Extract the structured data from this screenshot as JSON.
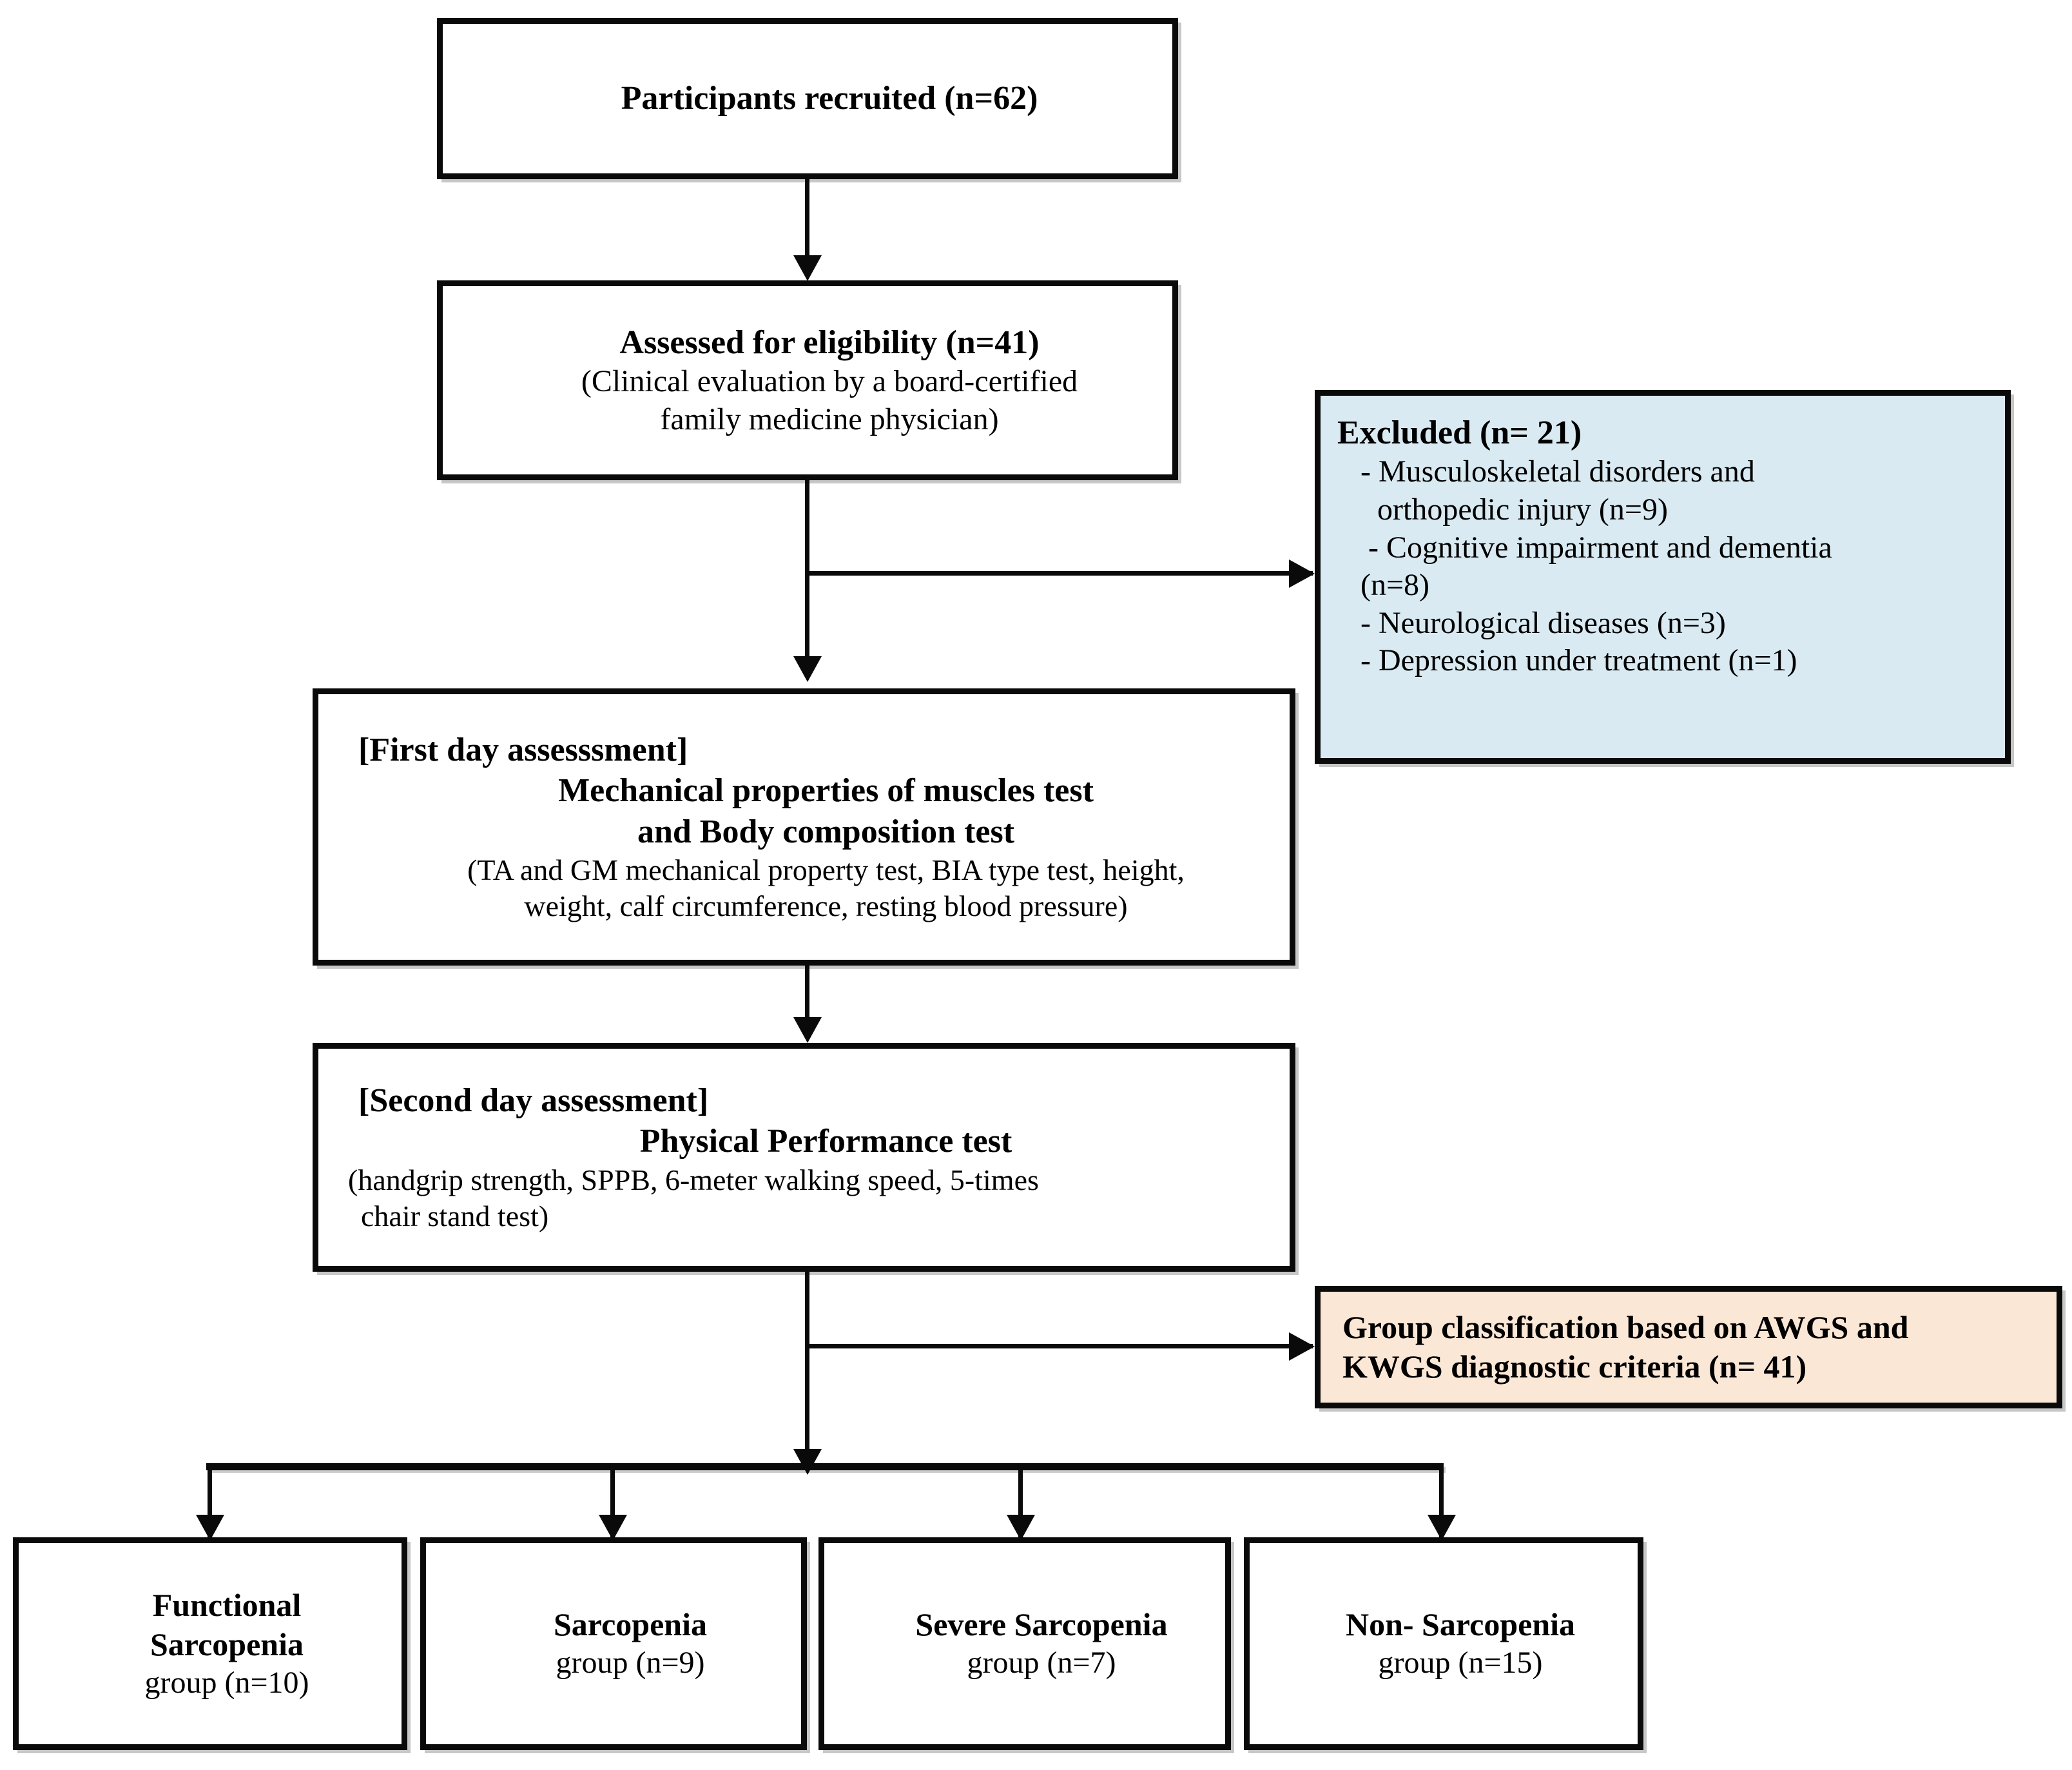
{
  "figure": {
    "type": "flowchart",
    "title": "Participant recruitment, assessment and group classification flow"
  },
  "colors": {
    "excluded_box_fill": "#d9eaf2",
    "classification_box_fill": "#fbe7d6",
    "border": "#0a0a0a",
    "text": "#000000",
    "background": "#ffffff"
  },
  "nodes": {
    "recruited": {
      "heading": "Participants recruited (n=62)"
    },
    "eligibility": {
      "heading": "Assessed for eligibility (n=41)",
      "detail_line1": "(Clinical evaluation by a board-certified",
      "detail_line2": "family medicine physician)"
    },
    "excluded": {
      "heading": "Excluded (n= 21)",
      "items": [
        "- Musculoskeletal disorders and",
        "orthopedic injury (n=9)",
        "- Cognitive impairment and dementia",
        "(n=8)",
        "- Neurological diseases (n=3)",
        "- Depression under treatment (n=1)"
      ]
    },
    "first_day": {
      "label": "[First day assesssment]",
      "title_line1": "Mechanical properties of muscles test",
      "title_line2": "and Body composition test",
      "detail_line1": "(TA and GM mechanical property test, BIA type test, height,",
      "detail_line2": "weight, calf circumference, resting blood  pressure)"
    },
    "second_day": {
      "label": "[Second day assessment]",
      "title_line1": "Physical Performance test",
      "detail_line1": "(handgrip  strength,  SPPB,  6-meter  walking  speed,  5-times",
      "detail_line2": "chair stand test)"
    },
    "classification": {
      "line1": "Group classification based on AWGS and",
      "line2": "KWGS diagnostic criteria (n= 41)"
    }
  },
  "groups": [
    {
      "name_line1": "Functional",
      "name_line2": "Sarcopenia",
      "count_label": "group (n=10)",
      "n": 10
    },
    {
      "name_line1": "Sarcopenia",
      "name_line2": "",
      "count_label": "group (n=9)",
      "n": 9
    },
    {
      "name_line1": "Severe Sarcopenia",
      "name_line2": "",
      "count_label": "group (n=7)",
      "n": 7
    },
    {
      "name_line1": "Non- Sarcopenia",
      "name_line2": "",
      "count_label": "group (n=15)",
      "n": 15
    }
  ],
  "counts": {
    "recruited": 62,
    "assessed": 41,
    "excluded_total": 21,
    "excluded_musculoskeletal": 9,
    "excluded_cognitive": 8,
    "excluded_neurological": 3,
    "excluded_depression": 1,
    "classified": 41
  }
}
